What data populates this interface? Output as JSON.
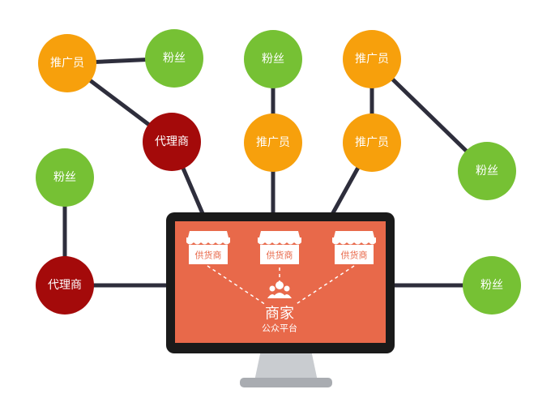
{
  "colors": {
    "promoter": "#f7a00c",
    "fan": "#76c134",
    "agent": "#a40a0a",
    "connector": "#2e2e3c",
    "screen": "#e8694a",
    "monitor_frame": "#1a1a1a"
  },
  "nodes": {
    "promoter_1": "推广员",
    "promoter_2": "推广员",
    "promoter_3": "推广员",
    "promoter_4": "推广员",
    "fan_1": "粉丝",
    "fan_2": "粉丝",
    "fan_3": "粉丝",
    "fan_4": "粉丝",
    "fan_5": "粉丝",
    "agent_1": "代理商",
    "agent_2": "代理商"
  },
  "monitor": {
    "suppliers": [
      "供货商",
      "供货商",
      "供货商"
    ],
    "merchant": "商家",
    "platform": "公众平台",
    "icons": [
      "store-icon",
      "merchant-people-icon"
    ]
  }
}
